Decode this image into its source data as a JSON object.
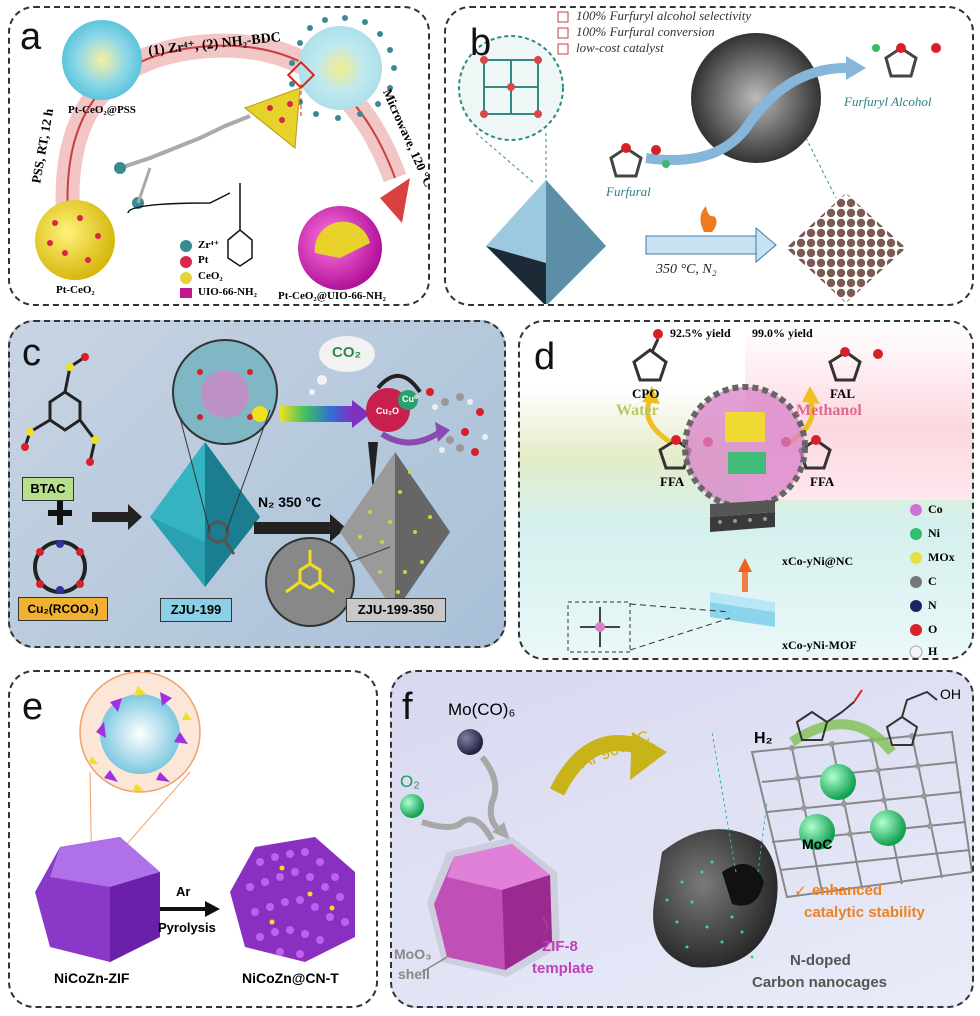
{
  "panel_a": {
    "label": "a",
    "step_top": "(1) Zr⁴⁺, (2) NH₂-BDC",
    "step_left": "PSS, RT, 12 h",
    "step_right": "Microwave, 120 °C",
    "sphere1_label": "Pt-CeO₂@PSS",
    "sphere0_label": "Pt-CeO₂",
    "final_label": "Pt-CeO₂@UIO-66-NH₂",
    "legend": [
      {
        "label": "Zr⁴⁺",
        "color": "#3a8a94"
      },
      {
        "label": "Pt",
        "color": "#d8264a"
      },
      {
        "label": "CeO₂",
        "color": "#e8d23a"
      },
      {
        "label": "UIO-66-NH₂",
        "color": "#c0198f"
      }
    ]
  },
  "panel_b": {
    "label": "b",
    "checks": [
      "100% Furfuryl alcohol selectivity",
      "100% Furfural conversion",
      "low-cost catalyst"
    ],
    "furfural": "Furfural",
    "furfuryl_alcohol": "Furfuryl Alcohol",
    "condition": "350 °C, N₂"
  },
  "panel_c": {
    "label": "c",
    "btac": "BTAC",
    "cu_unit": "Cu₂(RCOO₄)",
    "zju": "ZJU-199",
    "zju350": "ZJU-199-350",
    "condition": "N₂ 350 °C",
    "co2": "CO₂",
    "cu2o": "Cu₂O",
    "cu": "Cu⁰"
  },
  "panel_d": {
    "label": "d",
    "yield_left": "92.5% yield",
    "yield_right": "99.0% yield",
    "cpo": "CPO",
    "fal": "FAL",
    "water": "Water",
    "methanol": "Methanol",
    "ffa_left": "FFA",
    "ffa_right": "FFA",
    "nc": "xCo-yNi@NC",
    "mof": "xCo-yNi-MOF",
    "legend": [
      {
        "label": "Co",
        "color": "#d070d8"
      },
      {
        "label": "Ni",
        "color": "#2fbf6f"
      },
      {
        "label": "MOx",
        "color": "#e6e040"
      },
      {
        "label": "C",
        "color": "#777777"
      },
      {
        "label": "N",
        "color": "#222266"
      },
      {
        "label": "O",
        "color": "#d8202c"
      },
      {
        "label": "H",
        "color": "#f4f4f4"
      }
    ]
  },
  "panel_e": {
    "label": "e",
    "ar": "Ar",
    "pyrolysis": "Pyrolysis",
    "zif": "NiCoZn-ZIF",
    "product": "NiCoZn@CN-T"
  },
  "panel_f": {
    "label": "f",
    "moco": "Mo(CO)₆",
    "o2": "O₂",
    "ar": "Ar 900 °C",
    "h2": "H₂",
    "moc": "MoC",
    "oh": "OH",
    "check": "✓",
    "stability_1": "enhanced",
    "stability_2": "catalytic stability",
    "moo3_1": "MoO₃",
    "moo3_2": "shell",
    "zif_1": "ZIF-8",
    "zif_2": "template",
    "carbon_1": "N-doped",
    "carbon_2": "Carbon nanocages"
  }
}
